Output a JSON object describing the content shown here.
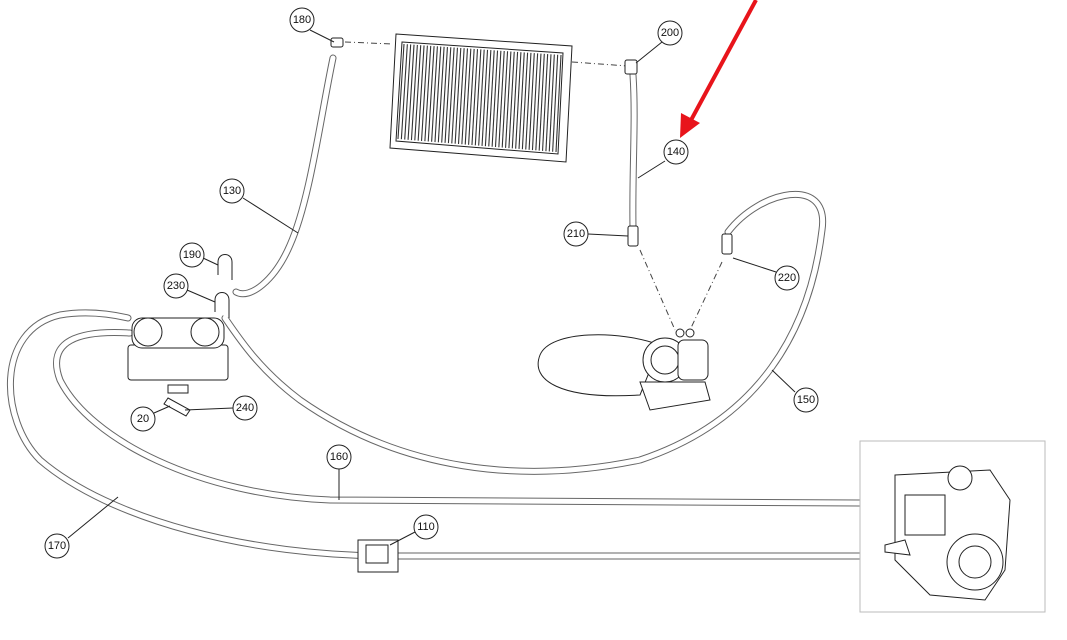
{
  "diagram": {
    "callouts": [
      "180",
      "200",
      "140",
      "130",
      "190",
      "230",
      "210",
      "220",
      "150",
      "20",
      "240",
      "160",
      "170",
      "110"
    ],
    "highlight_arrow_color": "#e8141b",
    "highlighted_part": "140"
  }
}
